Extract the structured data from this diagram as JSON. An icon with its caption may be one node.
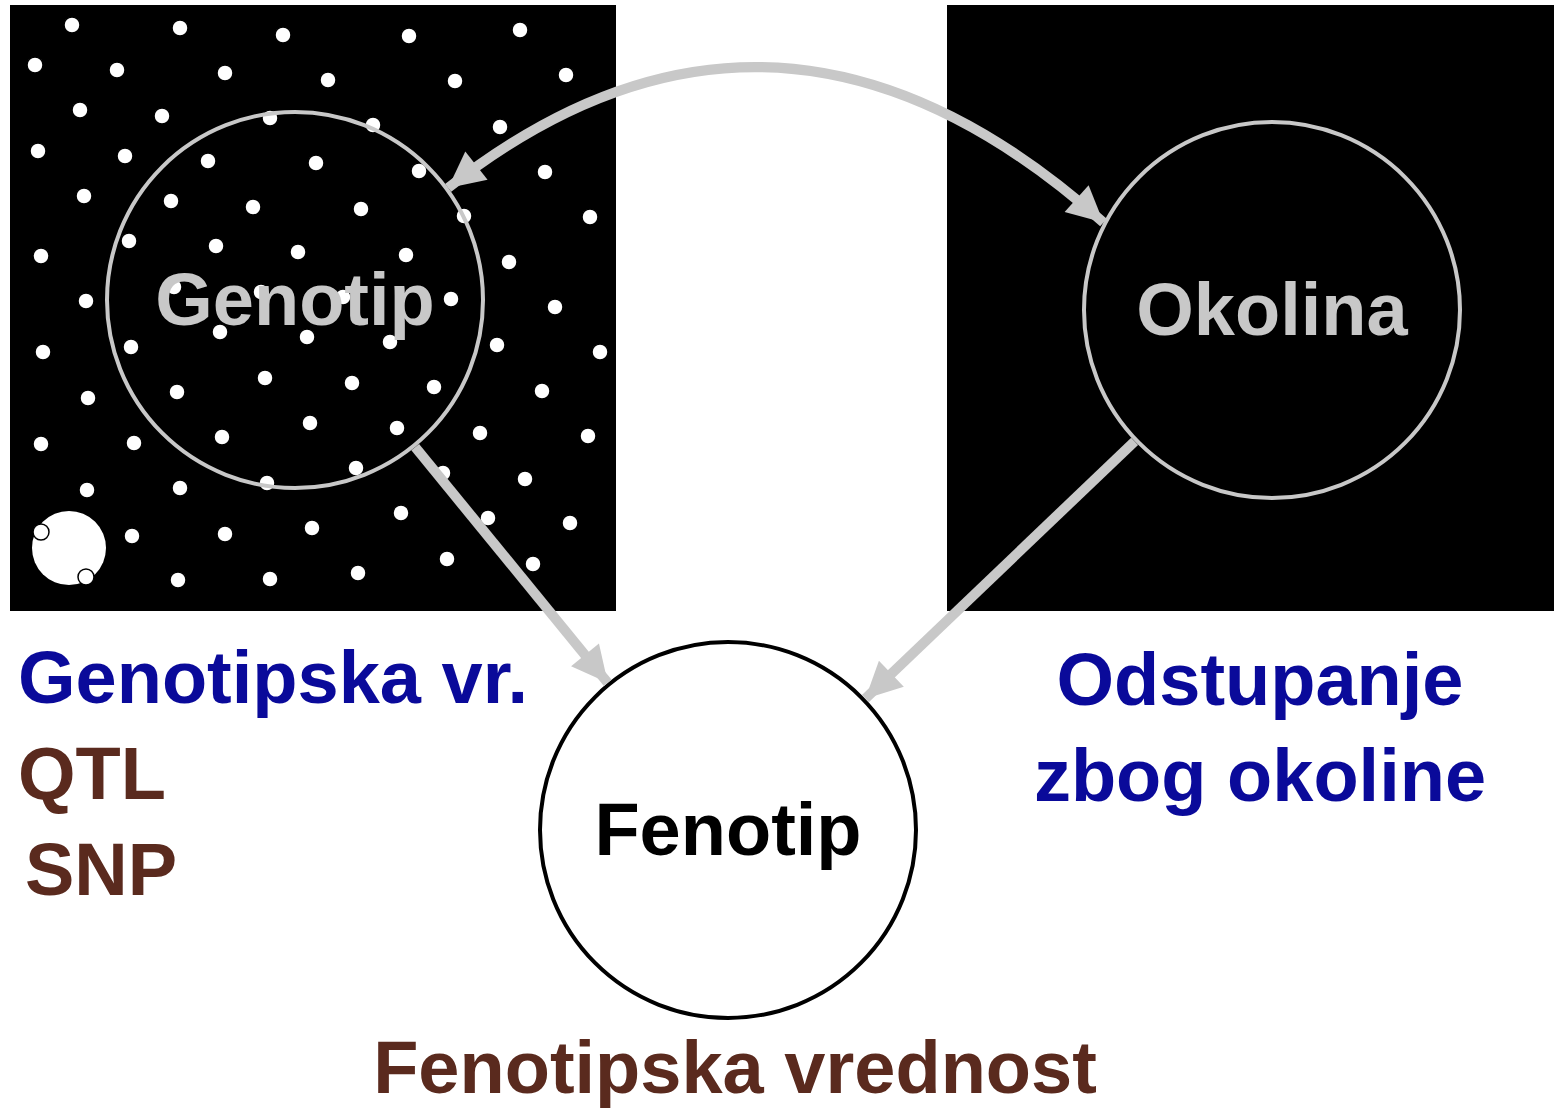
{
  "diagram": {
    "nodes": [
      {
        "text": [
          "Genotip"
        ]
      },
      {
        "text": [
          "Okolina"
        ]
      },
      {
        "text": [
          "Fenotip"
        ]
      }
    ],
    "edges": [
      {
        "from": 0,
        "to": 1,
        "arrow": "both"
      },
      {
        "from": 0,
        "to": 2,
        "arrow": "to"
      },
      {
        "from": 1,
        "to": 2,
        "arrow": "to"
      }
    ],
    "labels": [
      "Genotipska vr.",
      "QTL",
      "SNP",
      "Odstupanje zbog okoline",
      "Fenotipska vrednost"
    ]
  }
}
